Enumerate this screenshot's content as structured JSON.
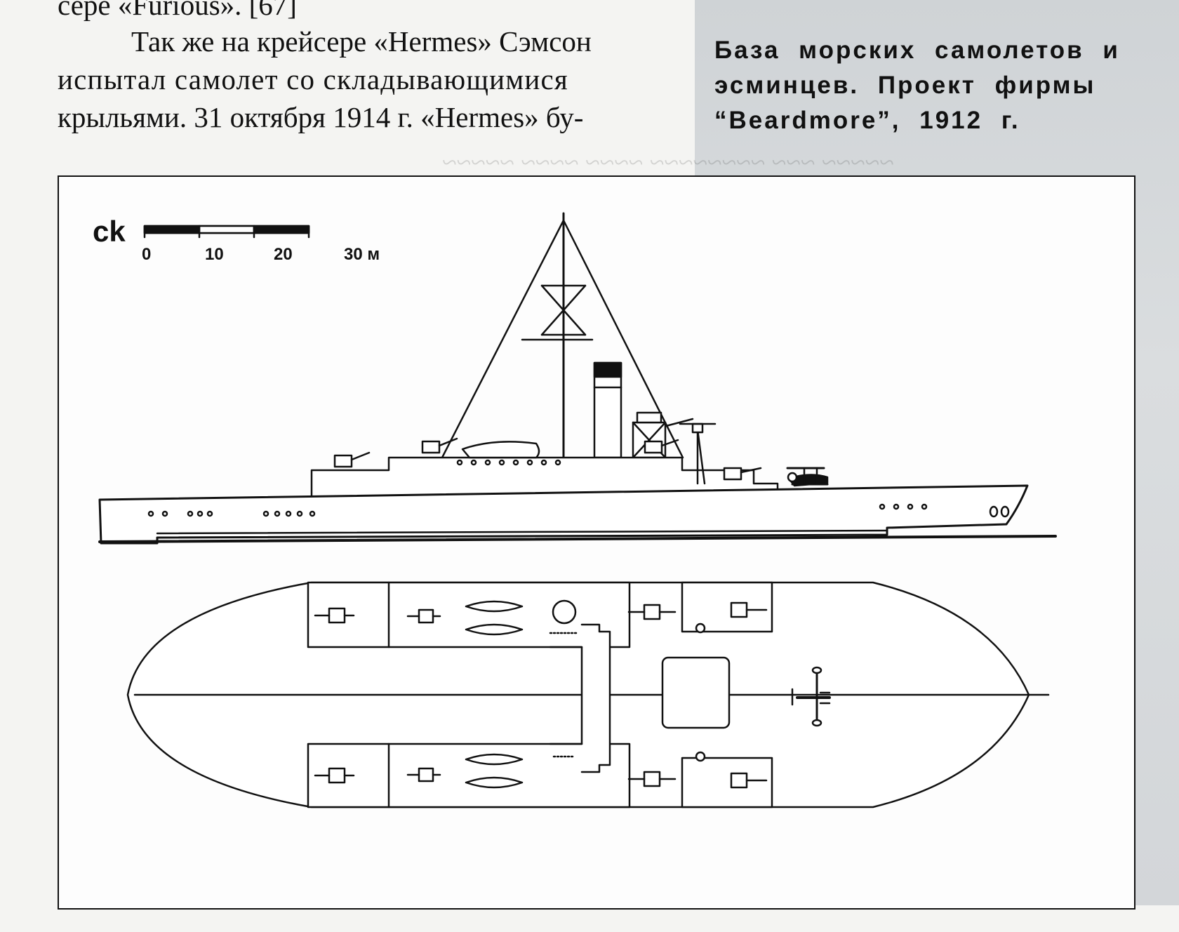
{
  "body_text": {
    "lines": [
      "сере «Furious». [67]",
      "Так же на крейсере «Hermes» Сэмсон",
      "испытал самолет со складывающимися",
      "крыльями. 31 октября 1914 г. «Hermes» бу-"
    ]
  },
  "caption": {
    "lines": [
      "База морских самолетов и",
      "эсминцев. Проект фирмы",
      "“Beardmore”, 1912 г."
    ]
  },
  "drawing": {
    "logo": "ck",
    "scale_labels": [
      "0",
      "10",
      "20",
      "30 м"
    ]
  },
  "colors": {
    "ink": "#111111",
    "paper": "#f4f4f2",
    "shade": "#d3d6d9"
  }
}
